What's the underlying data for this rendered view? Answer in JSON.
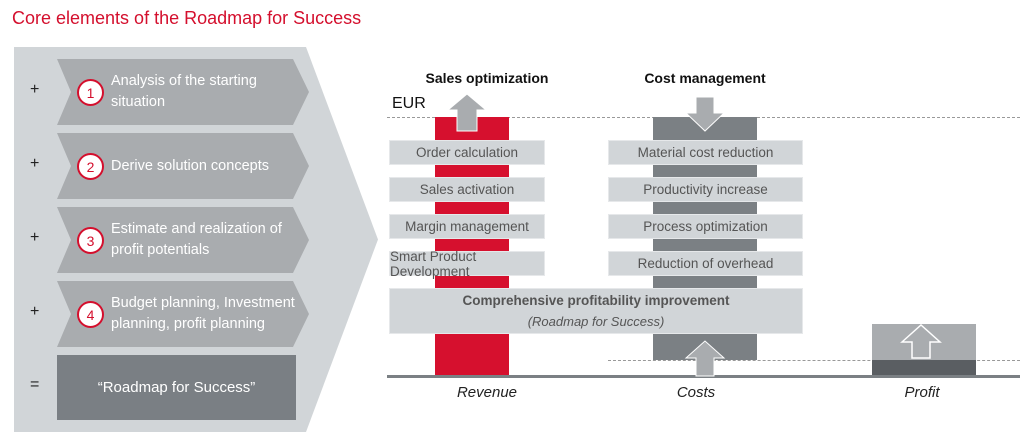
{
  "title": "Core elements of the Roadmap for Success",
  "steps": [
    {
      "op": "+",
      "num": "1",
      "text": "Analysis of the starting situation"
    },
    {
      "op": "+",
      "num": "2",
      "text": "Derive solution concepts"
    },
    {
      "op": "+",
      "num": "3",
      "text": "Estimate and realization of profit potentials"
    },
    {
      "op": "+",
      "num": "4",
      "text": "Budget planning, Investment planning, profit planning"
    }
  ],
  "result": {
    "op": "=",
    "text": "“Roadmap for Success”"
  },
  "diagram": {
    "unit": "EUR",
    "sales_heading": "Sales optimization",
    "cost_heading": "Cost management",
    "sales_items": [
      "Order calculation",
      "Sales activation",
      "Margin management",
      "Smart Product Development"
    ],
    "cost_items": [
      "Material cost reduction",
      "Productivity increase",
      "Process optimization",
      "Reduction of overhead"
    ],
    "combined_title": "Comprehensive profitability improvement",
    "combined_subtitle": "(Roadmap for Success)",
    "labels": [
      "Revenue",
      "Costs",
      "Profit"
    ],
    "colors": {
      "revenue": "#d6102e",
      "costs": "#7b8084",
      "accent": "#d40f2d"
    }
  }
}
